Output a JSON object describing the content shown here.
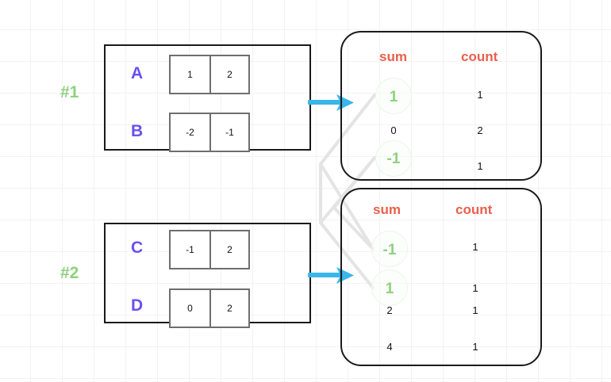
{
  "diagram": {
    "title": "partial-aggregation-merge-diagram",
    "colors": {
      "panel_border": "#1a1a1a",
      "cell_border": "#6e6e6e",
      "row_label": "#6b4ff0",
      "group_tag": "#8ed17e",
      "column_header": "#e8604c",
      "highlight_value": "#8ed17e",
      "arrow": "#39b6ea",
      "link_line": "#e4e4e4",
      "grid": "#f2f2f4"
    }
  },
  "groups": [
    {
      "tag": "#1",
      "rows": [
        {
          "label": "A",
          "cells": [
            "1",
            "2"
          ]
        },
        {
          "label": "B",
          "cells": [
            "-2",
            "-1"
          ]
        }
      ]
    },
    {
      "tag": "#2",
      "rows": [
        {
          "label": "C",
          "cells": [
            "-1",
            "2"
          ]
        },
        {
          "label": "D",
          "cells": [
            "0",
            "2"
          ]
        }
      ]
    }
  ],
  "tables": [
    {
      "name": "agg-table-1",
      "headers": [
        "sum",
        "count"
      ],
      "rows": [
        {
          "sum": "1",
          "count": "1",
          "highlight": true
        },
        {
          "sum": "0",
          "count": "2",
          "highlight": false
        },
        {
          "sum": "-1",
          "count": "1",
          "highlight": true
        }
      ]
    },
    {
      "name": "agg-table-2",
      "headers": [
        "sum",
        "count"
      ],
      "rows": [
        {
          "sum": "-1",
          "count": "1",
          "highlight": true
        },
        {
          "sum": "1",
          "count": "1",
          "highlight": true
        },
        {
          "sum": "2",
          "count": "1",
          "highlight": false
        },
        {
          "sum": "4",
          "count": "1",
          "highlight": false
        }
      ]
    }
  ],
  "arrows": [
    {
      "name": "arrow-group1-to-table1"
    },
    {
      "name": "arrow-group2-to-table2"
    }
  ]
}
